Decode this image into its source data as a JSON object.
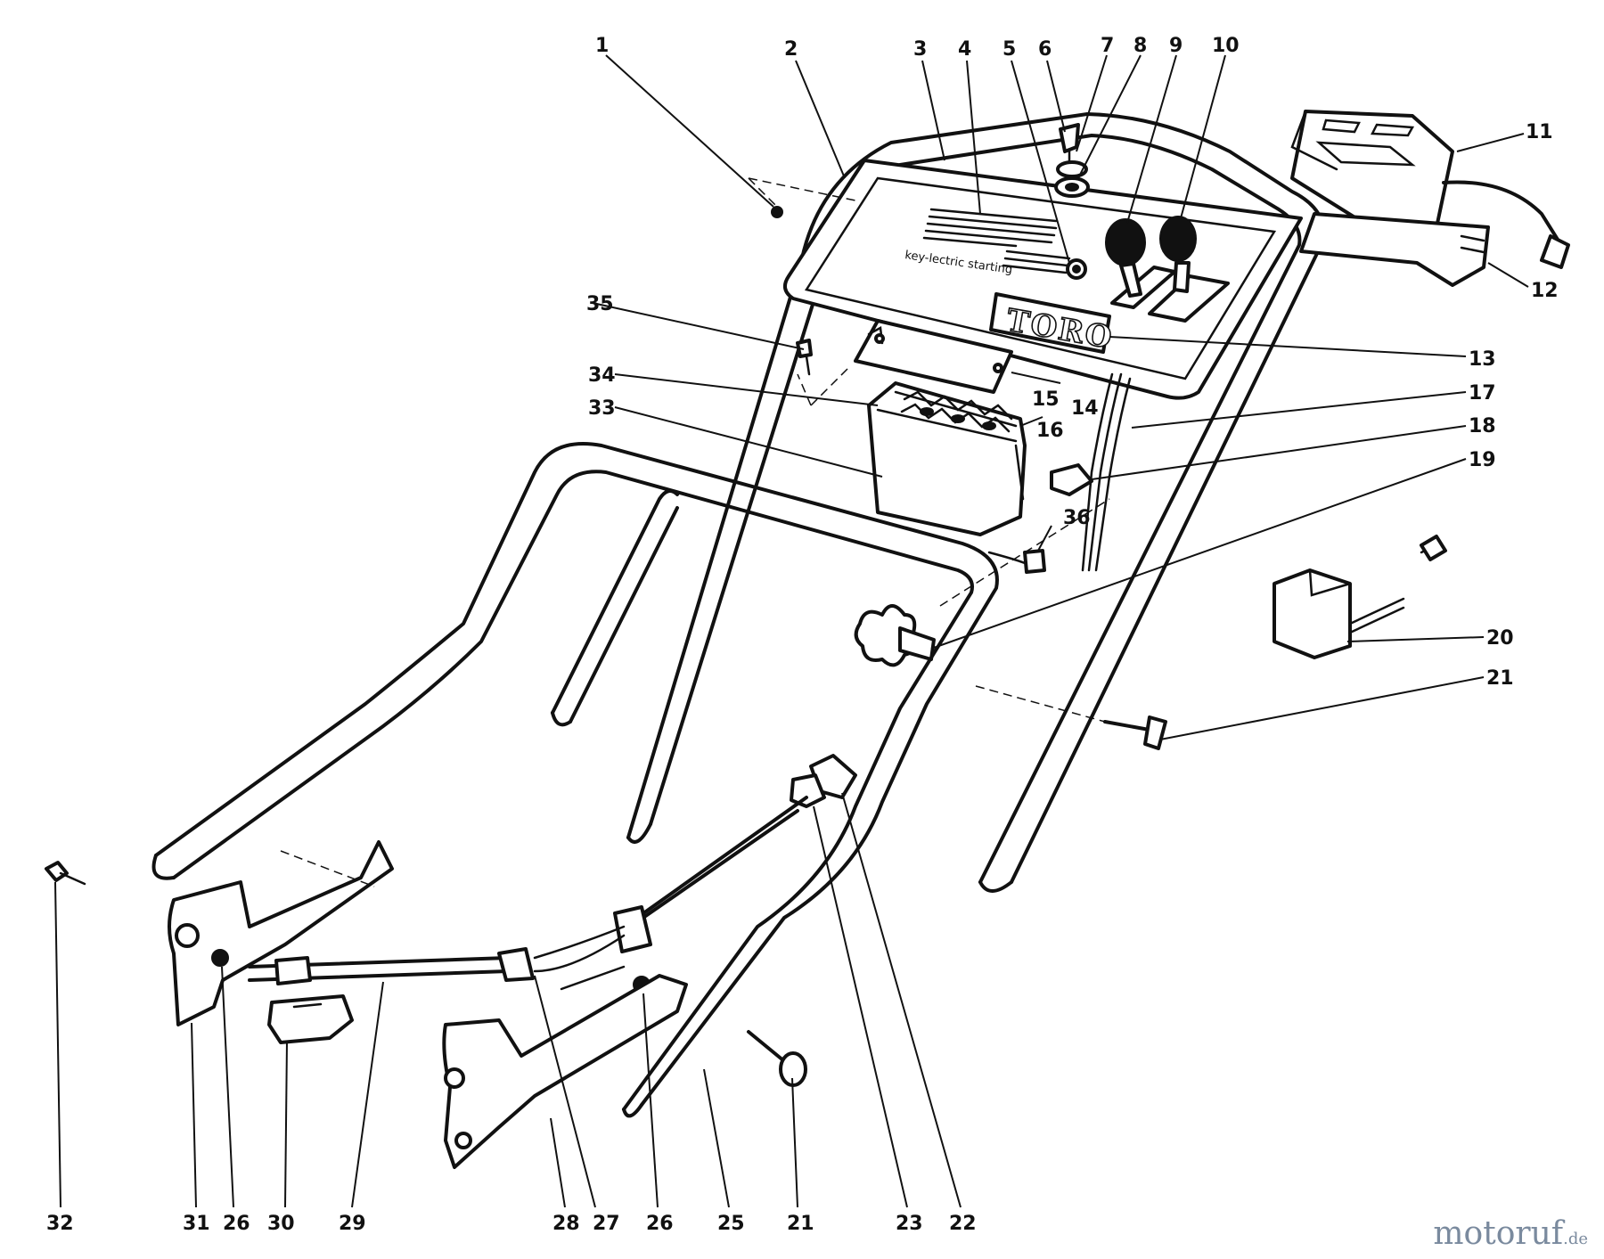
{
  "panel": {
    "label": "key-lectric starting",
    "brand": "TORO"
  },
  "callouts": [
    "1",
    "2",
    "3",
    "4",
    "5",
    "6",
    "7",
    "8",
    "9",
    "10",
    "11",
    "12",
    "13",
    "14",
    "15",
    "16",
    "17",
    "18",
    "19",
    "20",
    "21",
    "22",
    "23",
    "25",
    "26",
    "27",
    "28",
    "29",
    "30",
    "31",
    "32",
    "33",
    "34",
    "35",
    "36"
  ],
  "watermark": {
    "text": "motoruf",
    "suffix": ".de"
  }
}
